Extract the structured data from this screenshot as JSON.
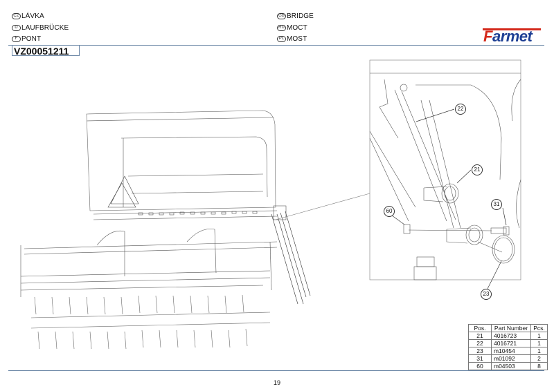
{
  "header": {
    "titles_left": [
      {
        "code": "CZ",
        "label": "LÁVKA"
      },
      {
        "code": "D",
        "label": "LAUFBRÜCKE"
      },
      {
        "code": "F",
        "label": "PONT"
      }
    ],
    "titles_right": [
      {
        "code": "GB",
        "label": "BRIDGE"
      },
      {
        "code": "RU",
        "label": "MOCT"
      },
      {
        "code": "PL",
        "label": "MOST"
      }
    ],
    "document_number": "VZ00051211",
    "logo": {
      "text_first": "F",
      "text_rest": "armet",
      "red": "#d42a1c",
      "blue": "#1e3f94"
    }
  },
  "drawing": {
    "callouts": [
      "22",
      "21",
      "60",
      "31",
      "23"
    ],
    "line_color": "#6b87a6"
  },
  "parts_table": {
    "headers": [
      "Pos.",
      "Part Number",
      "Pcs."
    ],
    "rows": [
      {
        "pos": "21",
        "part": "4016723",
        "pcs": "1"
      },
      {
        "pos": "22",
        "part": "4016721",
        "pcs": "1"
      },
      {
        "pos": "23",
        "part": "m10454",
        "pcs": "1"
      },
      {
        "pos": "31",
        "part": "m01092",
        "pcs": "2"
      },
      {
        "pos": "60",
        "part": "m04503",
        "pcs": "8"
      }
    ]
  },
  "footer": {
    "page_number": "19"
  }
}
